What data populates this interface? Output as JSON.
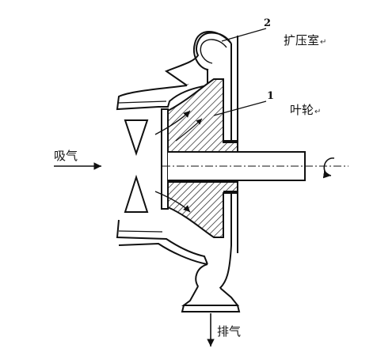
{
  "labels": {
    "diffuser_text": "扩压室",
    "impeller_text": "叶轮",
    "intake_text": "吸气",
    "exhaust_text": "排气",
    "num_1": "1",
    "num_2": "2",
    "return_mark": "↵"
  }
}
